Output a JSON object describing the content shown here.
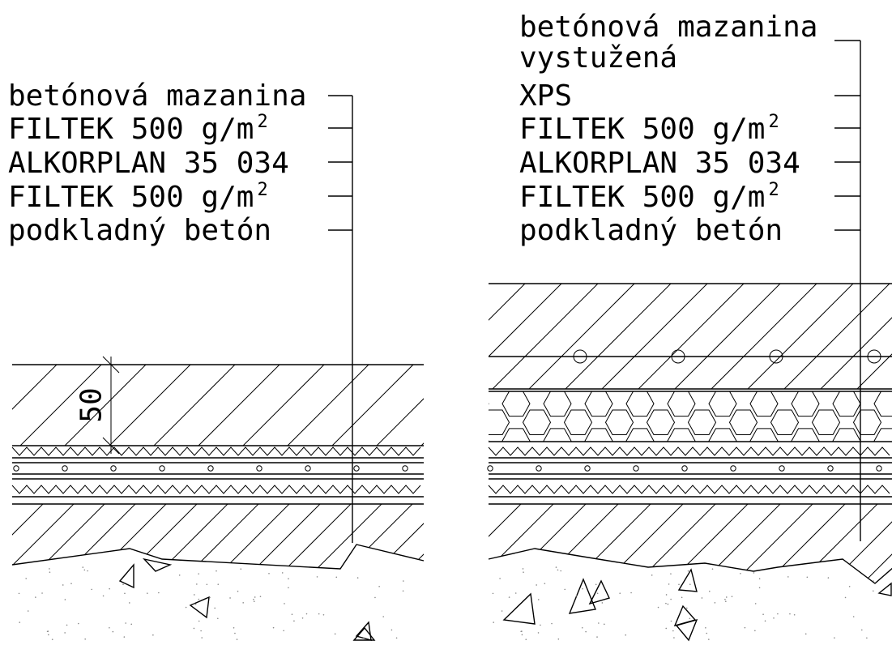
{
  "left_detail": {
    "layers": [
      {
        "name": "betónová mazanina"
      },
      {
        "name": "FILTEK 500 g/m",
        "sup": "2"
      },
      {
        "name": "ALKORPLAN 35 034"
      },
      {
        "name": "FILTEK 500 g/m",
        "sup": "2"
      },
      {
        "name": "podkladný betón"
      }
    ],
    "dimension": "50"
  },
  "right_detail": {
    "layers": [
      {
        "name": "betónová mazanina",
        "line2": "vystužená"
      },
      {
        "name": "XPS"
      },
      {
        "name": "FILTEK 500 g/m",
        "sup": "2"
      },
      {
        "name": "ALKORPLAN 35 034"
      },
      {
        "name": "FILTEK 500 g/m",
        "sup": "2"
      },
      {
        "name": "podkladný betón"
      }
    ]
  }
}
